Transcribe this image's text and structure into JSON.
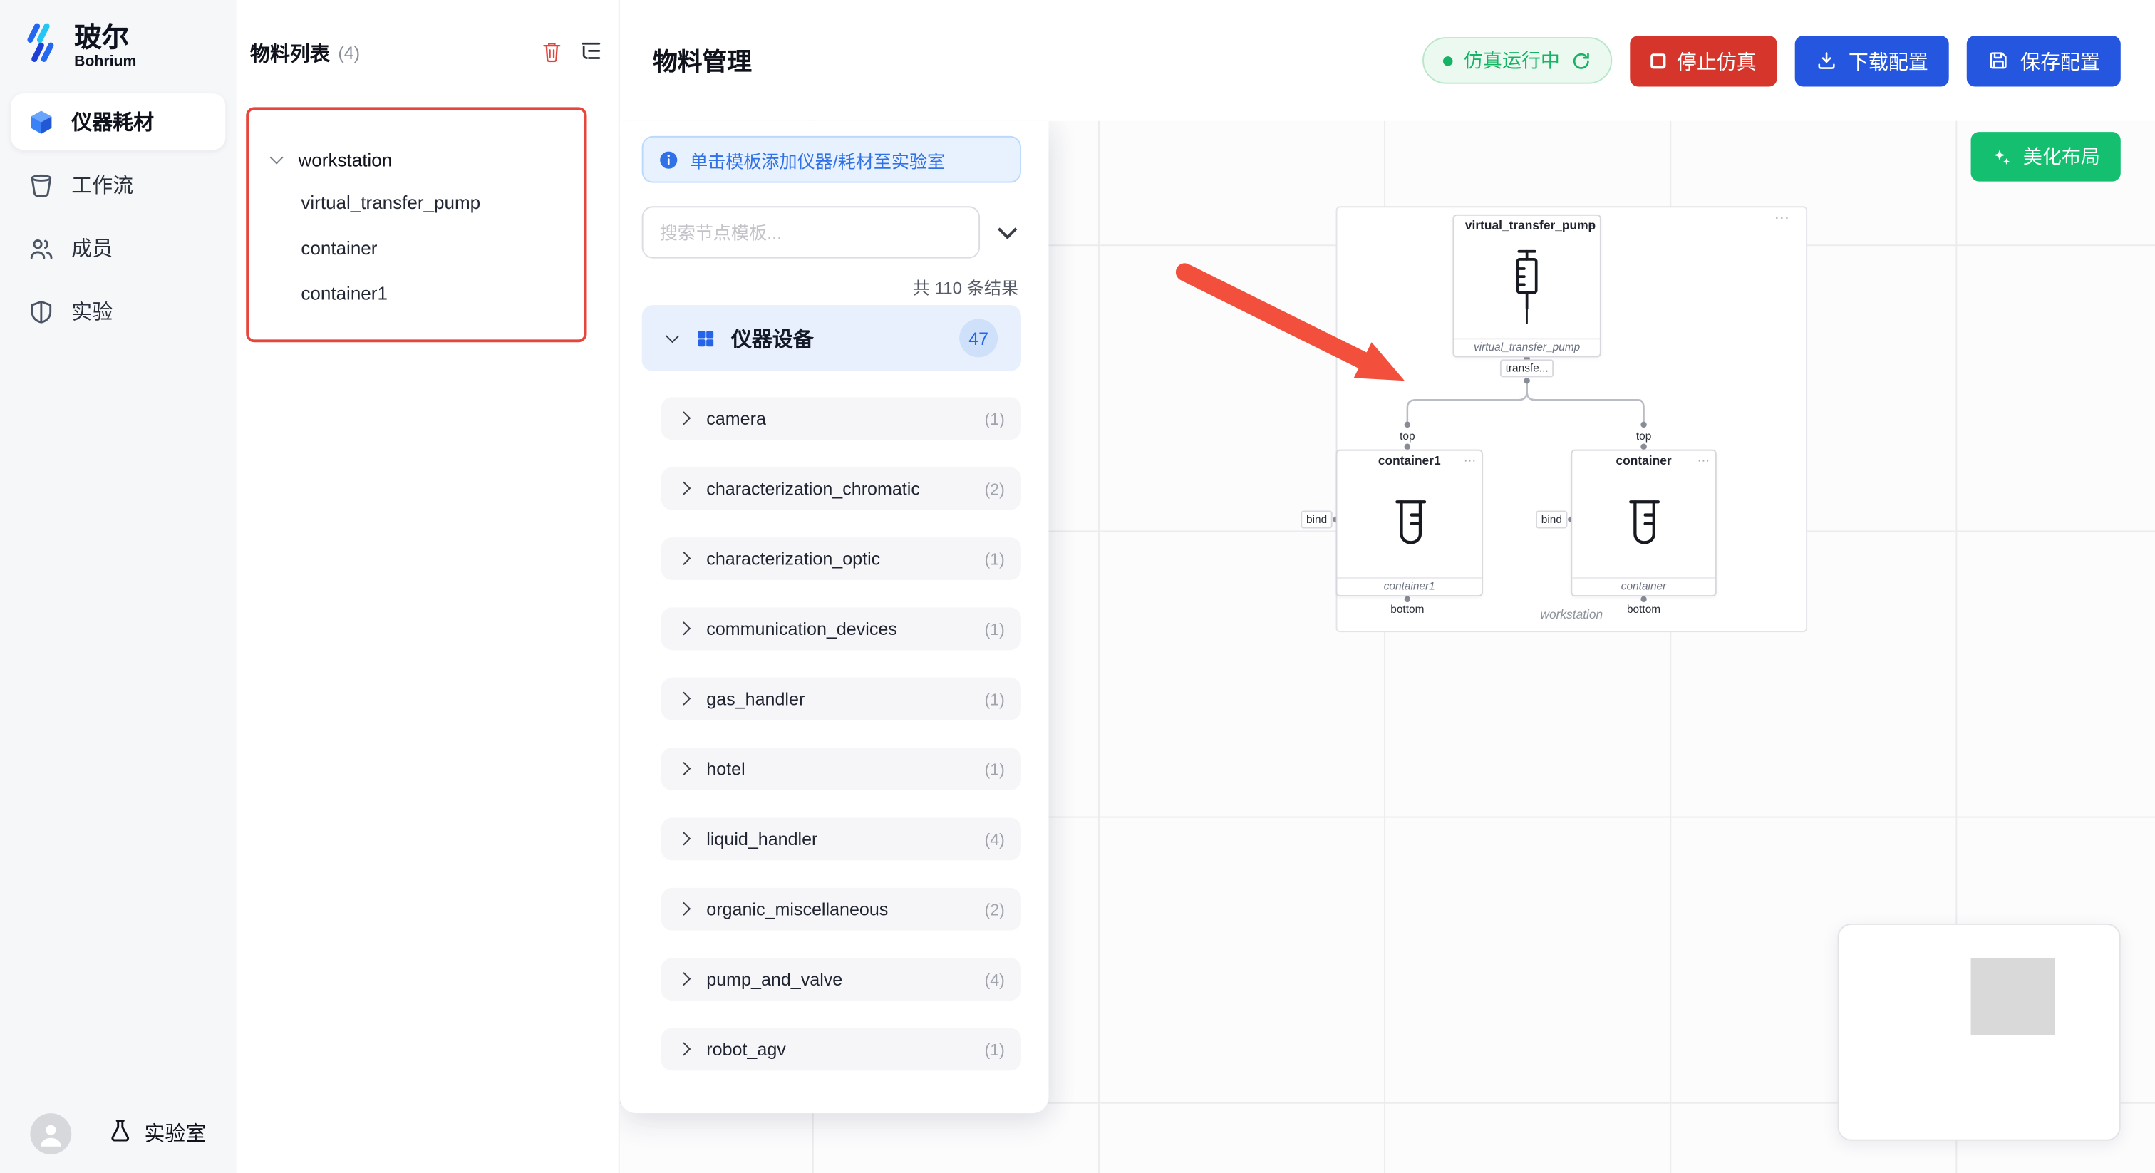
{
  "app": {
    "brand": "玻尔",
    "brand_sub": "Bohrium"
  },
  "sidebar": {
    "items": [
      {
        "label": "仪器耗材",
        "active": true
      },
      {
        "label": "工作流",
        "active": false
      },
      {
        "label": "成员",
        "active": false
      },
      {
        "label": "实验",
        "active": false
      }
    ],
    "footer_label": "实验室"
  },
  "materials": {
    "title": "物料列表",
    "count": "(4)",
    "root": "workstation",
    "children": [
      {
        "label": "virtual_transfer_pump"
      },
      {
        "label": "container"
      },
      {
        "label": "container1"
      }
    ]
  },
  "header": {
    "title": "物料管理",
    "status_label": "仿真运行中",
    "stop_label": "停止仿真",
    "download_label": "下载配置",
    "save_label": "保存配置"
  },
  "templates": {
    "info": "单击模板添加仪器/耗材至实验室",
    "search_placeholder": "搜索节点模板...",
    "result_count": "共 110 条结果",
    "category_label": "仪器设备",
    "category_count": "47",
    "items": [
      {
        "label": "camera",
        "count": "(1)"
      },
      {
        "label": "characterization_chromatic",
        "count": "(2)"
      },
      {
        "label": "characterization_optic",
        "count": "(1)"
      },
      {
        "label": "communication_devices",
        "count": "(1)"
      },
      {
        "label": "gas_handler",
        "count": "(1)"
      },
      {
        "label": "hotel",
        "count": "(1)"
      },
      {
        "label": "liquid_handler",
        "count": "(4)"
      },
      {
        "label": "organic_miscellaneous",
        "count": "(2)"
      },
      {
        "label": "pump_and_valve",
        "count": "(4)"
      },
      {
        "label": "robot_agv",
        "count": "(1)"
      }
    ]
  },
  "canvas": {
    "beautify_label": "美化布局",
    "group_label": "workstation",
    "menu_glyph": "⋯",
    "pump": {
      "title": "virtual_transfer_pump",
      "subtitle": "virtual_transfer_pump",
      "port_label": "transfe..."
    },
    "container1": {
      "title": "container1",
      "subtitle": "container1",
      "top_label": "top",
      "bottom_label": "bottom",
      "bind_label": "bind"
    },
    "container": {
      "title": "container",
      "subtitle": "container",
      "top_label": "top",
      "bottom_label": "bottom",
      "bind_label": "bind"
    }
  },
  "colors": {
    "primary_blue": "#2456e0",
    "danger_red": "#d5352b",
    "success_green": "#16b364",
    "beautify_green": "#14c070",
    "highlight_red": "#e8463c",
    "arrow_red": "#f2503c"
  },
  "icons": {
    "logo": "bohrium-slashes",
    "nav": [
      "cube",
      "bucket",
      "users",
      "shield"
    ],
    "header": [
      "refresh",
      "stop-square",
      "download",
      "save"
    ],
    "panel": [
      "info-circle",
      "chevron-down",
      "chevron-right",
      "grid",
      "trash",
      "list-tree"
    ],
    "nodes": [
      "syringe",
      "beaker"
    ],
    "footer": [
      "avatar-user",
      "flask"
    ]
  }
}
